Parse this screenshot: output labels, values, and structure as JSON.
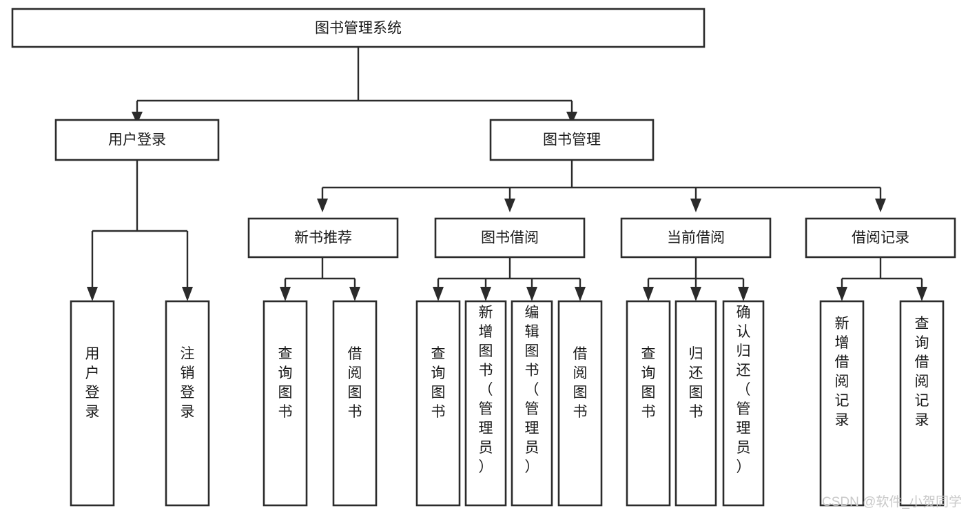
{
  "diagram": {
    "title": "图书管理系统",
    "type": "hierarchy-tree",
    "root": {
      "id": "root",
      "label": "图书管理系统",
      "level": 0,
      "orientation": "horizontal"
    },
    "level1": [
      {
        "id": "user-login",
        "label": "用户登录",
        "orientation": "horizontal"
      },
      {
        "id": "book-manage",
        "label": "图书管理",
        "orientation": "horizontal"
      }
    ],
    "level2": [
      {
        "id": "new-book-recommend",
        "label": "新书推荐",
        "parent": "book-manage",
        "orientation": "horizontal"
      },
      {
        "id": "book-borrow",
        "label": "图书借阅",
        "parent": "book-manage",
        "orientation": "horizontal"
      },
      {
        "id": "current-borrow",
        "label": "当前借阅",
        "parent": "book-manage",
        "orientation": "horizontal"
      },
      {
        "id": "borrow-record",
        "label": "借阅记录",
        "parent": "book-manage",
        "orientation": "horizontal"
      }
    ],
    "leaves": [
      {
        "id": "leaf-user-login",
        "label": "用户登录",
        "parent": "user-login",
        "orientation": "vertical"
      },
      {
        "id": "leaf-user-logout",
        "label": "注销登录",
        "parent": "user-login",
        "orientation": "vertical"
      },
      {
        "id": "leaf-query-book-1",
        "label": "查询图书",
        "parent": "new-book-recommend",
        "orientation": "vertical"
      },
      {
        "id": "leaf-borrow-book-1",
        "label": "借阅图书",
        "parent": "new-book-recommend",
        "orientation": "vertical"
      },
      {
        "id": "leaf-query-book-2",
        "label": "查询图书",
        "parent": "book-borrow",
        "orientation": "vertical"
      },
      {
        "id": "leaf-add-book",
        "label": "新增图书（管理员）",
        "parent": "book-borrow",
        "orientation": "vertical"
      },
      {
        "id": "leaf-edit-book",
        "label": "编辑图书（管理员）",
        "parent": "book-borrow",
        "orientation": "vertical"
      },
      {
        "id": "leaf-borrow-book-2",
        "label": "借阅图书",
        "parent": "book-borrow",
        "orientation": "vertical"
      },
      {
        "id": "leaf-query-book-3",
        "label": "查询图书",
        "parent": "current-borrow",
        "orientation": "vertical"
      },
      {
        "id": "leaf-return-book",
        "label": "归还图书",
        "parent": "current-borrow",
        "orientation": "vertical"
      },
      {
        "id": "leaf-confirm-return",
        "label": "确认归还（管理员）",
        "parent": "current-borrow",
        "orientation": "vertical"
      },
      {
        "id": "leaf-add-record",
        "label": "新增借阅记录",
        "parent": "borrow-record",
        "orientation": "vertical"
      },
      {
        "id": "leaf-query-record",
        "label": "查询借阅记录",
        "parent": "borrow-record",
        "orientation": "vertical"
      }
    ],
    "watermark": "CSDN @软件_小贺同学",
    "colors": {
      "background": "#ffffff",
      "box_fill": "#ffffff",
      "box_stroke": "#2b2b2b",
      "connector": "#2b2b2b",
      "text": "#1a1a1a",
      "watermark": "#c9c9c9"
    }
  }
}
